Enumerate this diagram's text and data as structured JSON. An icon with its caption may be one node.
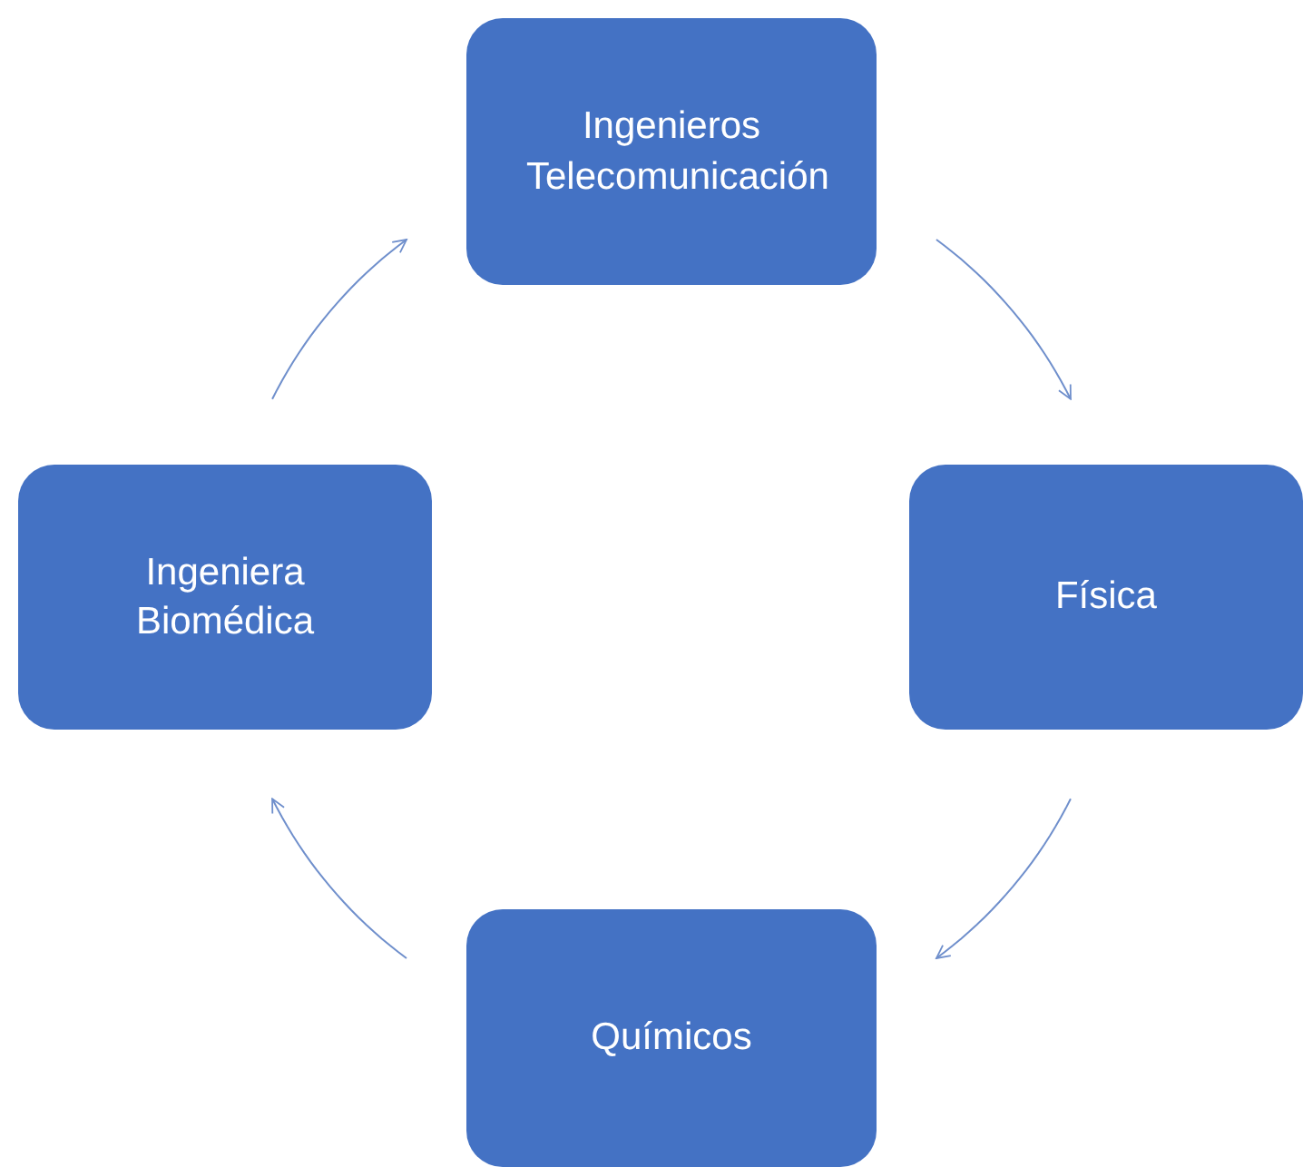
{
  "diagram": {
    "nodes": [
      {
        "text": [
          "Ingenieros Telecomunicación"
        ]
      },
      {
        "text": [
          "Física"
        ]
      },
      {
        "text": [
          "Químicos"
        ]
      },
      {
        "text": [
          "Ingeniera Biomédica"
        ]
      }
    ],
    "edges": [
      {
        "from": 0,
        "to": 1,
        "arrow": "to"
      },
      {
        "from": 1,
        "to": 2,
        "arrow": "to"
      },
      {
        "from": 2,
        "to": 3,
        "arrow": "to"
      },
      {
        "from": 3,
        "to": 0,
        "arrow": "to"
      }
    ]
  }
}
